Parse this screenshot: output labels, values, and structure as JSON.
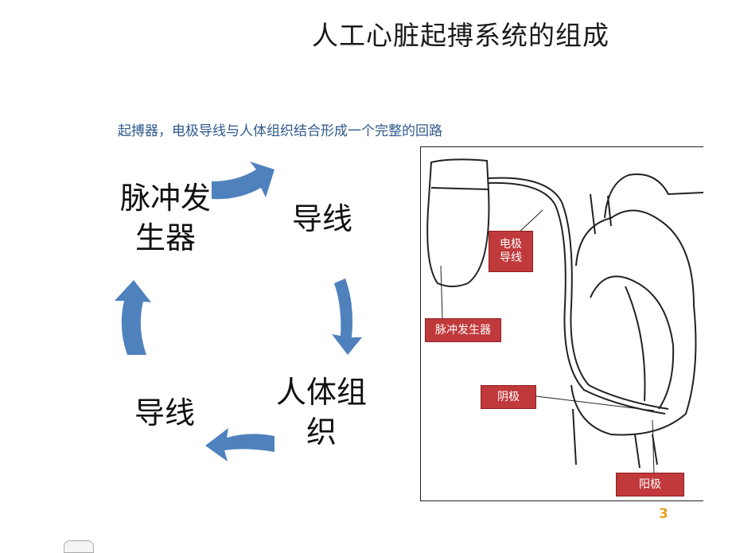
{
  "slide": {
    "title": "人工心脏起搏系统的组成",
    "subtitle": "起搏器，电极导线与人体组织结合形成一个完整的回路",
    "page_number": "3"
  },
  "cycle": {
    "nodes": [
      {
        "id": "pulse-generator",
        "label": "脉冲发\n生器"
      },
      {
        "id": "lead-top",
        "label": "导线"
      },
      {
        "id": "body-tissue",
        "label": "人体组\n织"
      },
      {
        "id": "lead-bottom",
        "label": "导线"
      }
    ],
    "arrow_color": "#4f81bd"
  },
  "figure": {
    "labels": {
      "lead": "电极\n导线",
      "pulse_generator": "脉冲发生器",
      "cathode": "阴极",
      "anode": "阳极"
    },
    "label_color": "#c0393b"
  }
}
